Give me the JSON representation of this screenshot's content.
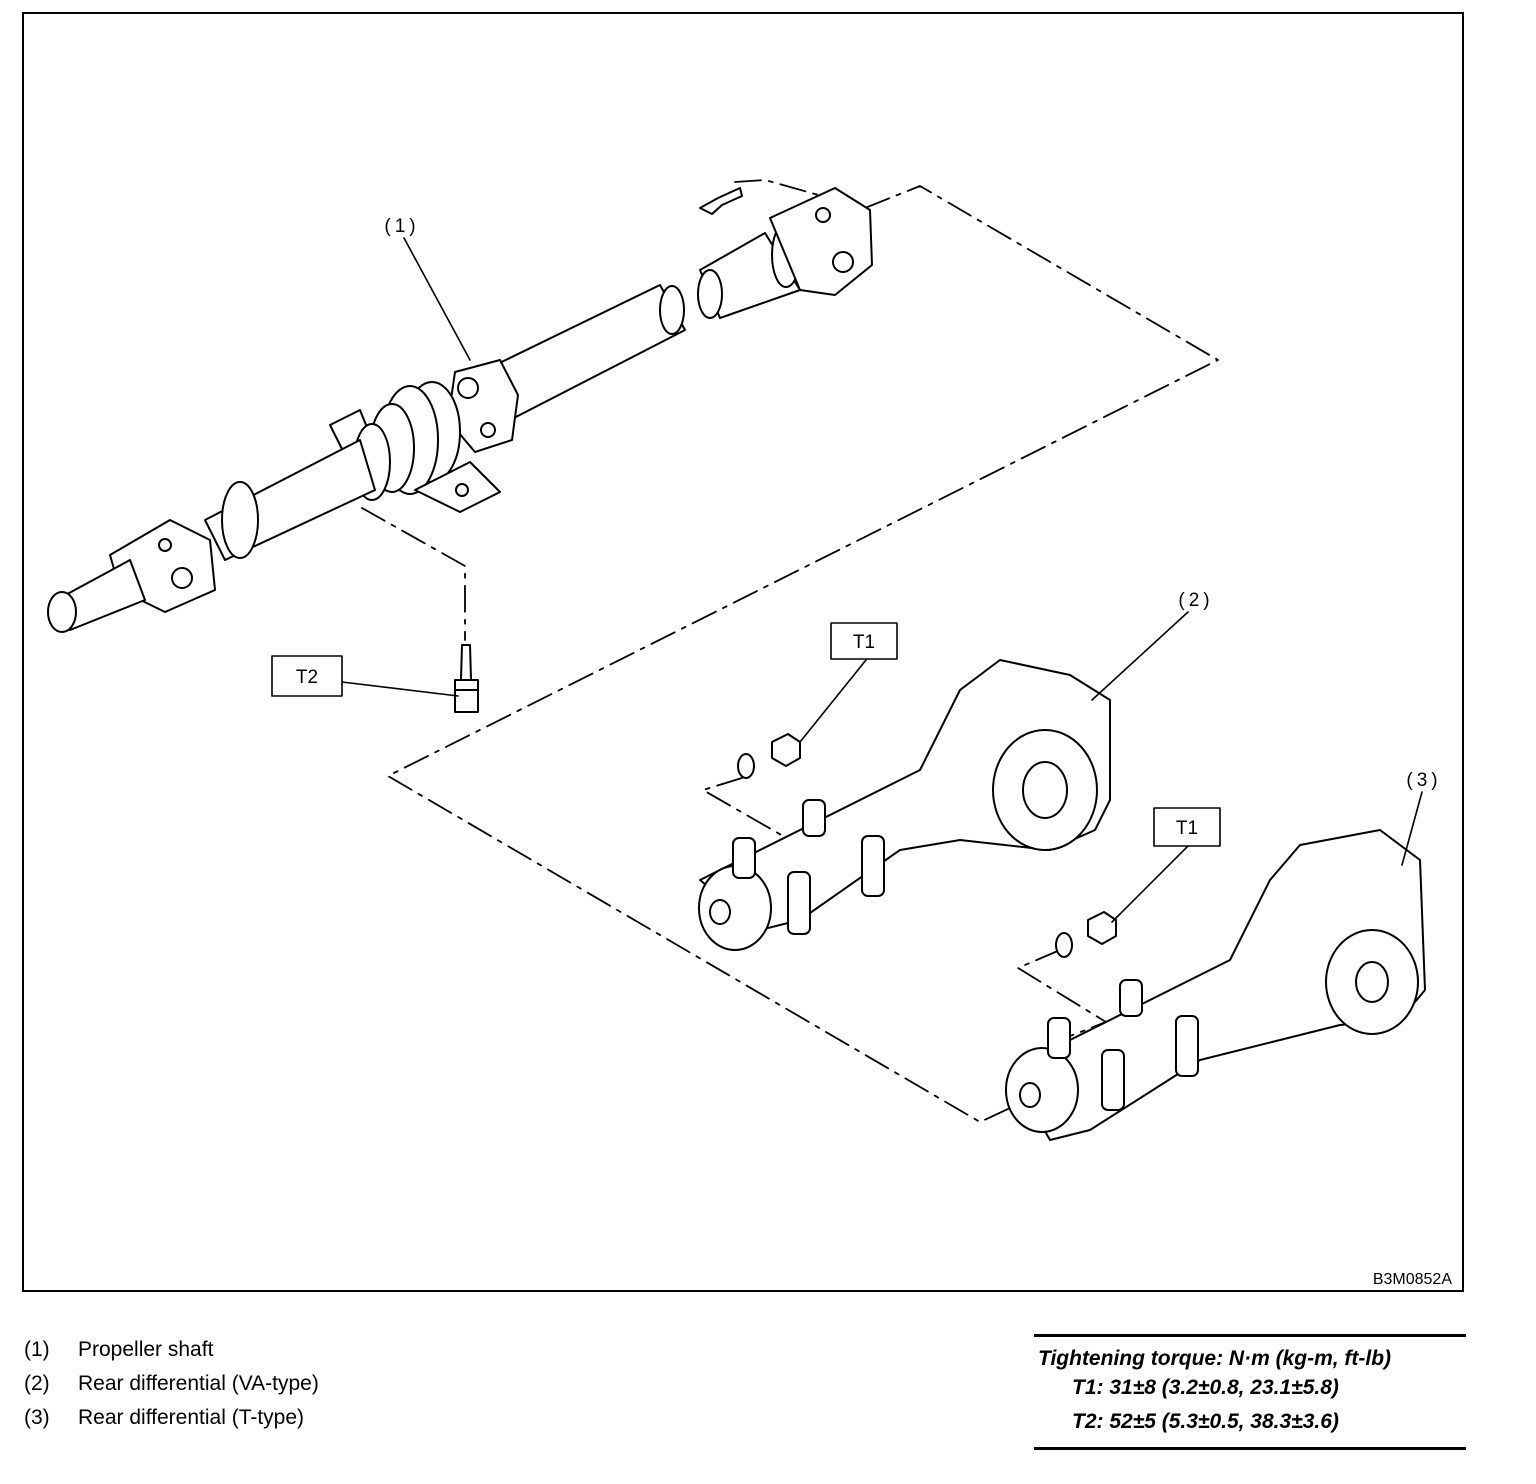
{
  "figure": {
    "code": "B3M0852A",
    "callouts": {
      "c1": "(1)",
      "c2": "(2)",
      "c3": "(3)"
    },
    "torque_boxes": {
      "t1a": "T1",
      "t1b": "T1",
      "t2": "T2"
    }
  },
  "legend": [
    {
      "num": "(1)",
      "text": "Propeller shaft"
    },
    {
      "num": "(2)",
      "text": "Rear differential (VA-type)"
    },
    {
      "num": "(3)",
      "text": "Rear differential (T-type)"
    }
  ],
  "torque": {
    "title": "Tightening torque: N·m (kg-m, ft-lb)",
    "values": [
      "T1: 31±8 (3.2±0.8, 23.1±5.8)",
      "T2: 52±5 (5.3±0.5, 38.3±3.6)"
    ]
  }
}
